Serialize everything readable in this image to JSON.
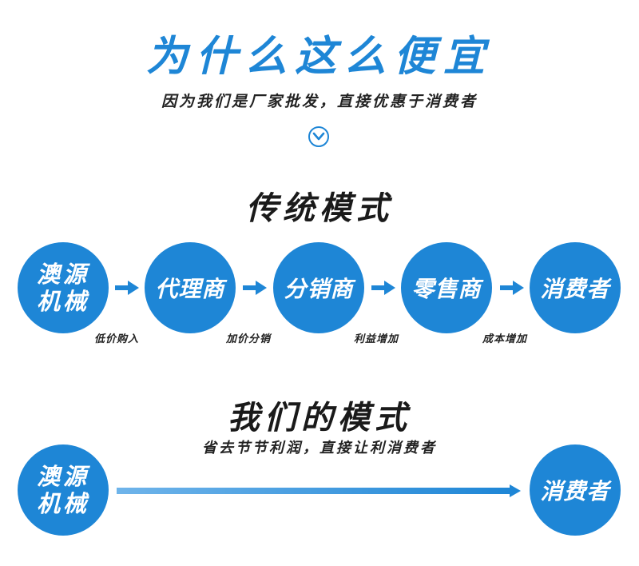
{
  "header": {
    "title": "为什么这么便宜",
    "subtitle": "因为我们是厂家批发，直接优惠于消费者"
  },
  "traditional": {
    "title": "传统模式",
    "steps": [
      "澳源机械",
      "代理商",
      "分销商",
      "零售商",
      "消费者"
    ],
    "notes": [
      "低价购入",
      "加价分销",
      "利益增加",
      "成本增加"
    ]
  },
  "ours": {
    "title": "我们的模式",
    "subtitle": "省去节节利润，直接让利消费者",
    "from": "澳源机械",
    "to": "消费者"
  },
  "colors": {
    "accent": "#1e86d6",
    "text": "#1a1a1a"
  },
  "icons": {
    "down": "chevron-down-circle-icon",
    "arrow": "right-arrow-icon"
  }
}
